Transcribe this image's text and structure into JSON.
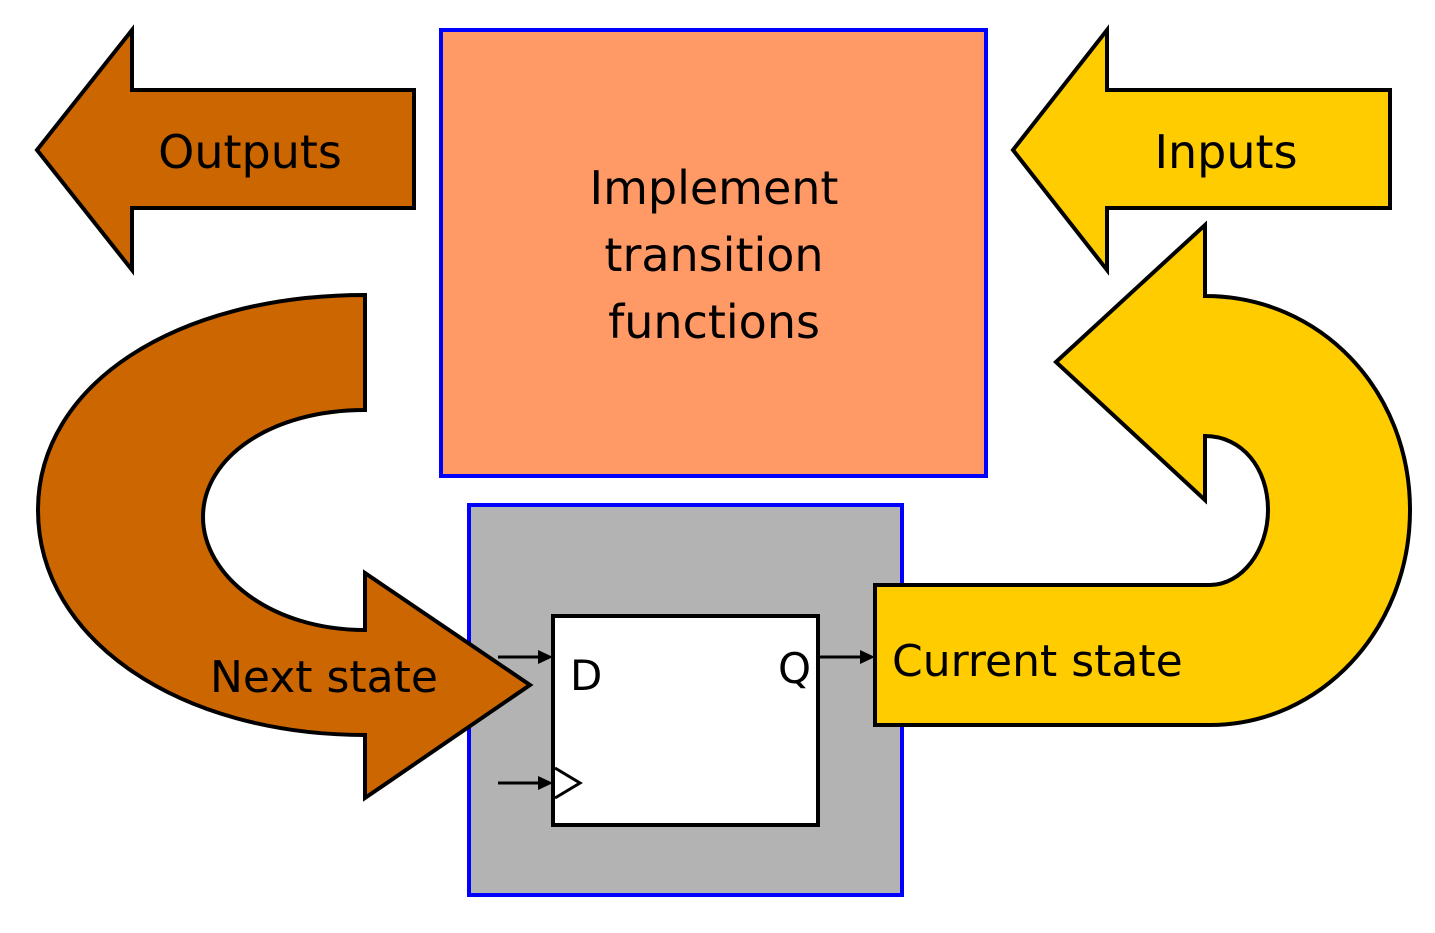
{
  "colors": {
    "outputs_arrow": "#CC6600",
    "inputs_arrow": "#FFCC00",
    "logic_box_fill": "#FF9966",
    "box_border": "#0000FF",
    "register_box_fill": "#B3B3B3",
    "flipflop_fill": "#FFFFFF",
    "outline": "#000000"
  },
  "logic_block": {
    "lines": [
      "Implement",
      "transition",
      "functions"
    ]
  },
  "arrows": {
    "outputs": "Outputs",
    "inputs": "Inputs",
    "next_state": "Next state",
    "current_state": "Current state"
  },
  "flipflop": {
    "d_pin": "D",
    "q_pin": "Q"
  }
}
